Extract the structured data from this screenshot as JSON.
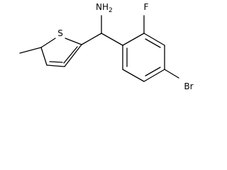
{
  "structure": {
    "atoms": {
      "amine": "NH",
      "amine_subscript": "2",
      "sulfur": "S",
      "fluorine": "F",
      "bromine": "Br"
    }
  }
}
